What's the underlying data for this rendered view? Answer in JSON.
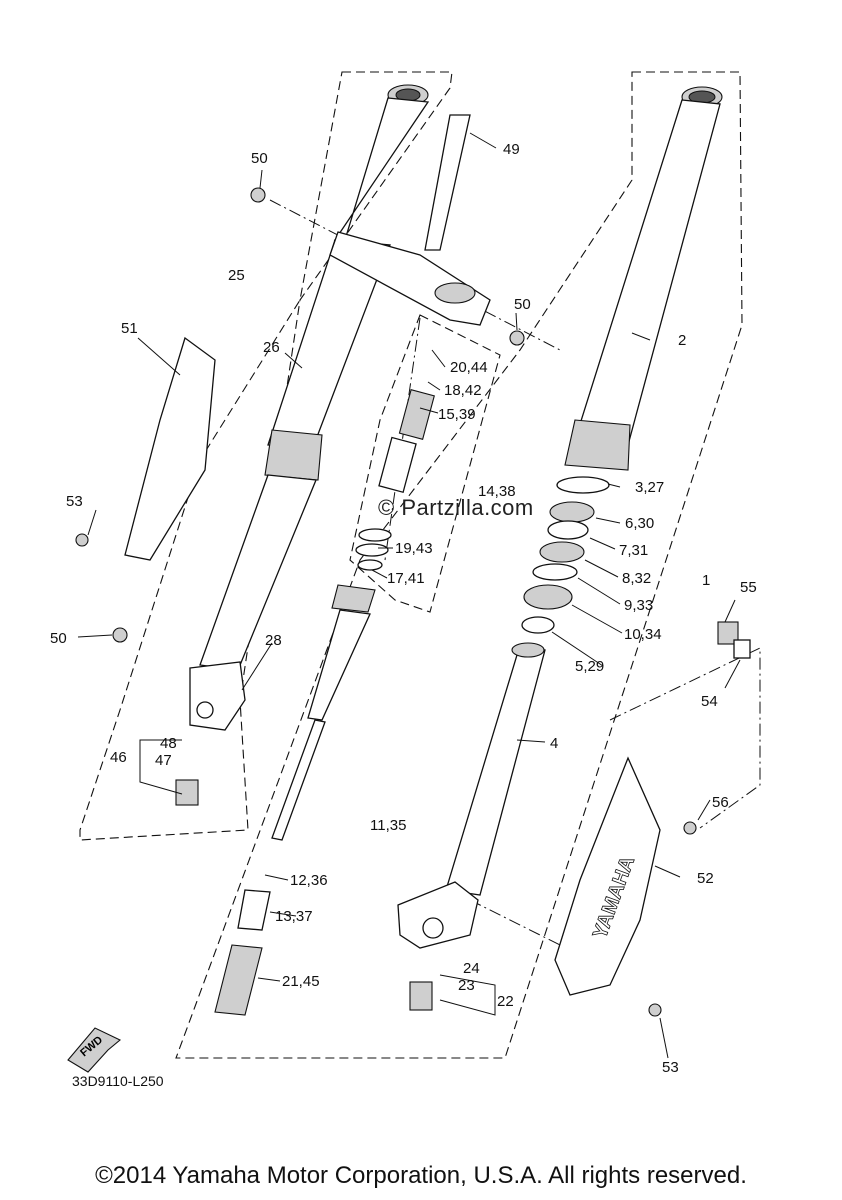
{
  "diagram": {
    "drawing_code": "33D9110-L250",
    "copyright": "©2014 Yamaha Motor Corporation, U.S.A. All rights reserved.",
    "watermark": "© Partzilla.com",
    "fwd_label": "FWD",
    "brand_mark": "YAMAHA",
    "callouts": [
      "1",
      "2",
      "3,27",
      "4",
      "5,29",
      "6,30",
      "7,31",
      "8,32",
      "9,33",
      "10,34",
      "11,35",
      "12,36",
      "13,37",
      "14,38",
      "15,39",
      "17,41",
      "18,42",
      "19,43",
      "20,44",
      "21,45",
      "22",
      "23",
      "24",
      "25",
      "26",
      "28",
      "46",
      "47",
      "48",
      "49",
      "50",
      "50",
      "50",
      "51",
      "52",
      "53",
      "53",
      "54",
      "55",
      "56"
    ]
  }
}
